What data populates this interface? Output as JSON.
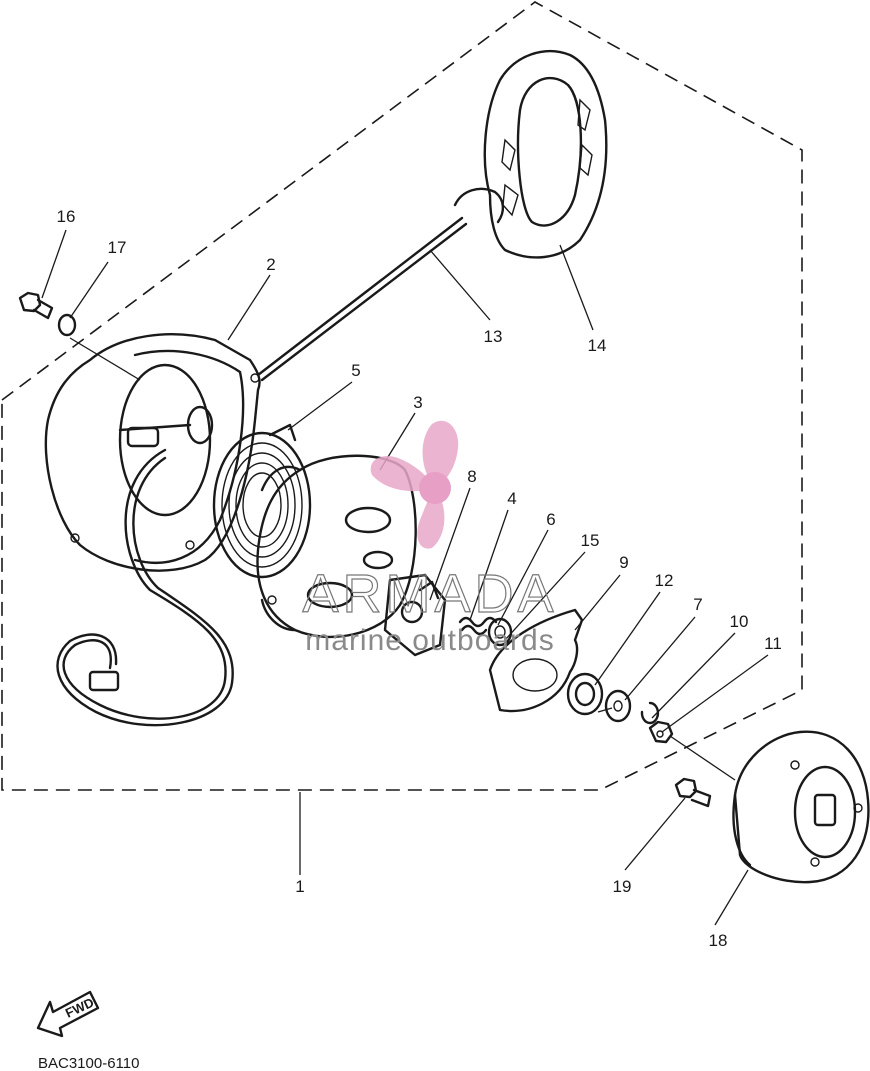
{
  "diagram": {
    "part_numbers": [
      "16",
      "17",
      "2",
      "5",
      "3",
      "8",
      "4",
      "6",
      "15",
      "9",
      "12",
      "7",
      "10",
      "11",
      "13",
      "14",
      "19",
      "18",
      "1"
    ],
    "fwd_label": "FWD",
    "drawing_code": "BAC3100-6110"
  },
  "watermark": {
    "brand": "ARMADA",
    "tagline": "marine outboards",
    "logo_color": "#e8a7c9",
    "logo_center_color": "#e48fbd"
  },
  "colors": {
    "line": "#1a1a1a",
    "background": "#ffffff"
  }
}
